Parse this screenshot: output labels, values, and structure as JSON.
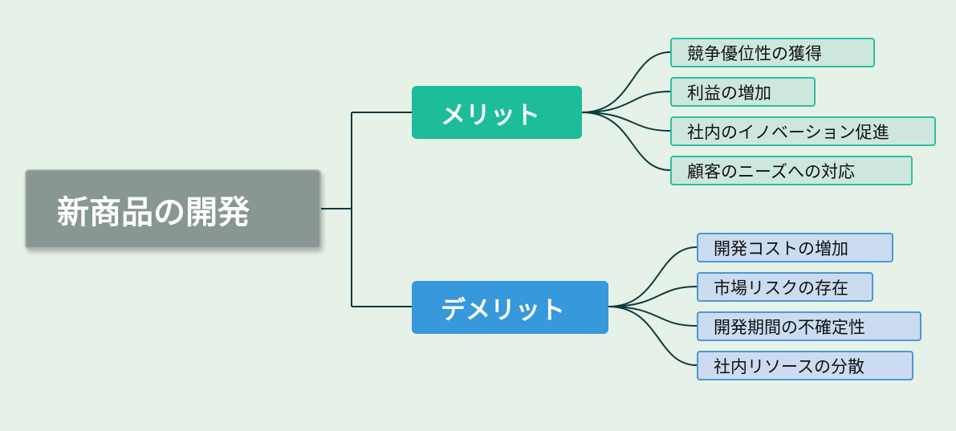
{
  "root": {
    "label": "新商品の開発"
  },
  "branches": [
    {
      "label": "メリット",
      "color": "#1dbd9a",
      "children": [
        "競争優位性の獲得",
        "利益の増加",
        "社内のイノベーション促進",
        "顧客のニーズへの対応"
      ]
    },
    {
      "label": "デメリット",
      "color": "#3798db",
      "children": [
        "開発コストの増加",
        "市場リスクの存在",
        "開発期間の不確定性",
        "社内リソースの分散"
      ]
    }
  ],
  "colors": {
    "background": "#e6f1e8",
    "root": "#889694",
    "connector": "#0e3a3c",
    "merit_leaf_fill": "#cde7df",
    "merit_leaf_border": "#2ebf9f",
    "demerit_leaf_fill": "#cbdcf1",
    "demerit_leaf_border": "#4d97d4"
  }
}
